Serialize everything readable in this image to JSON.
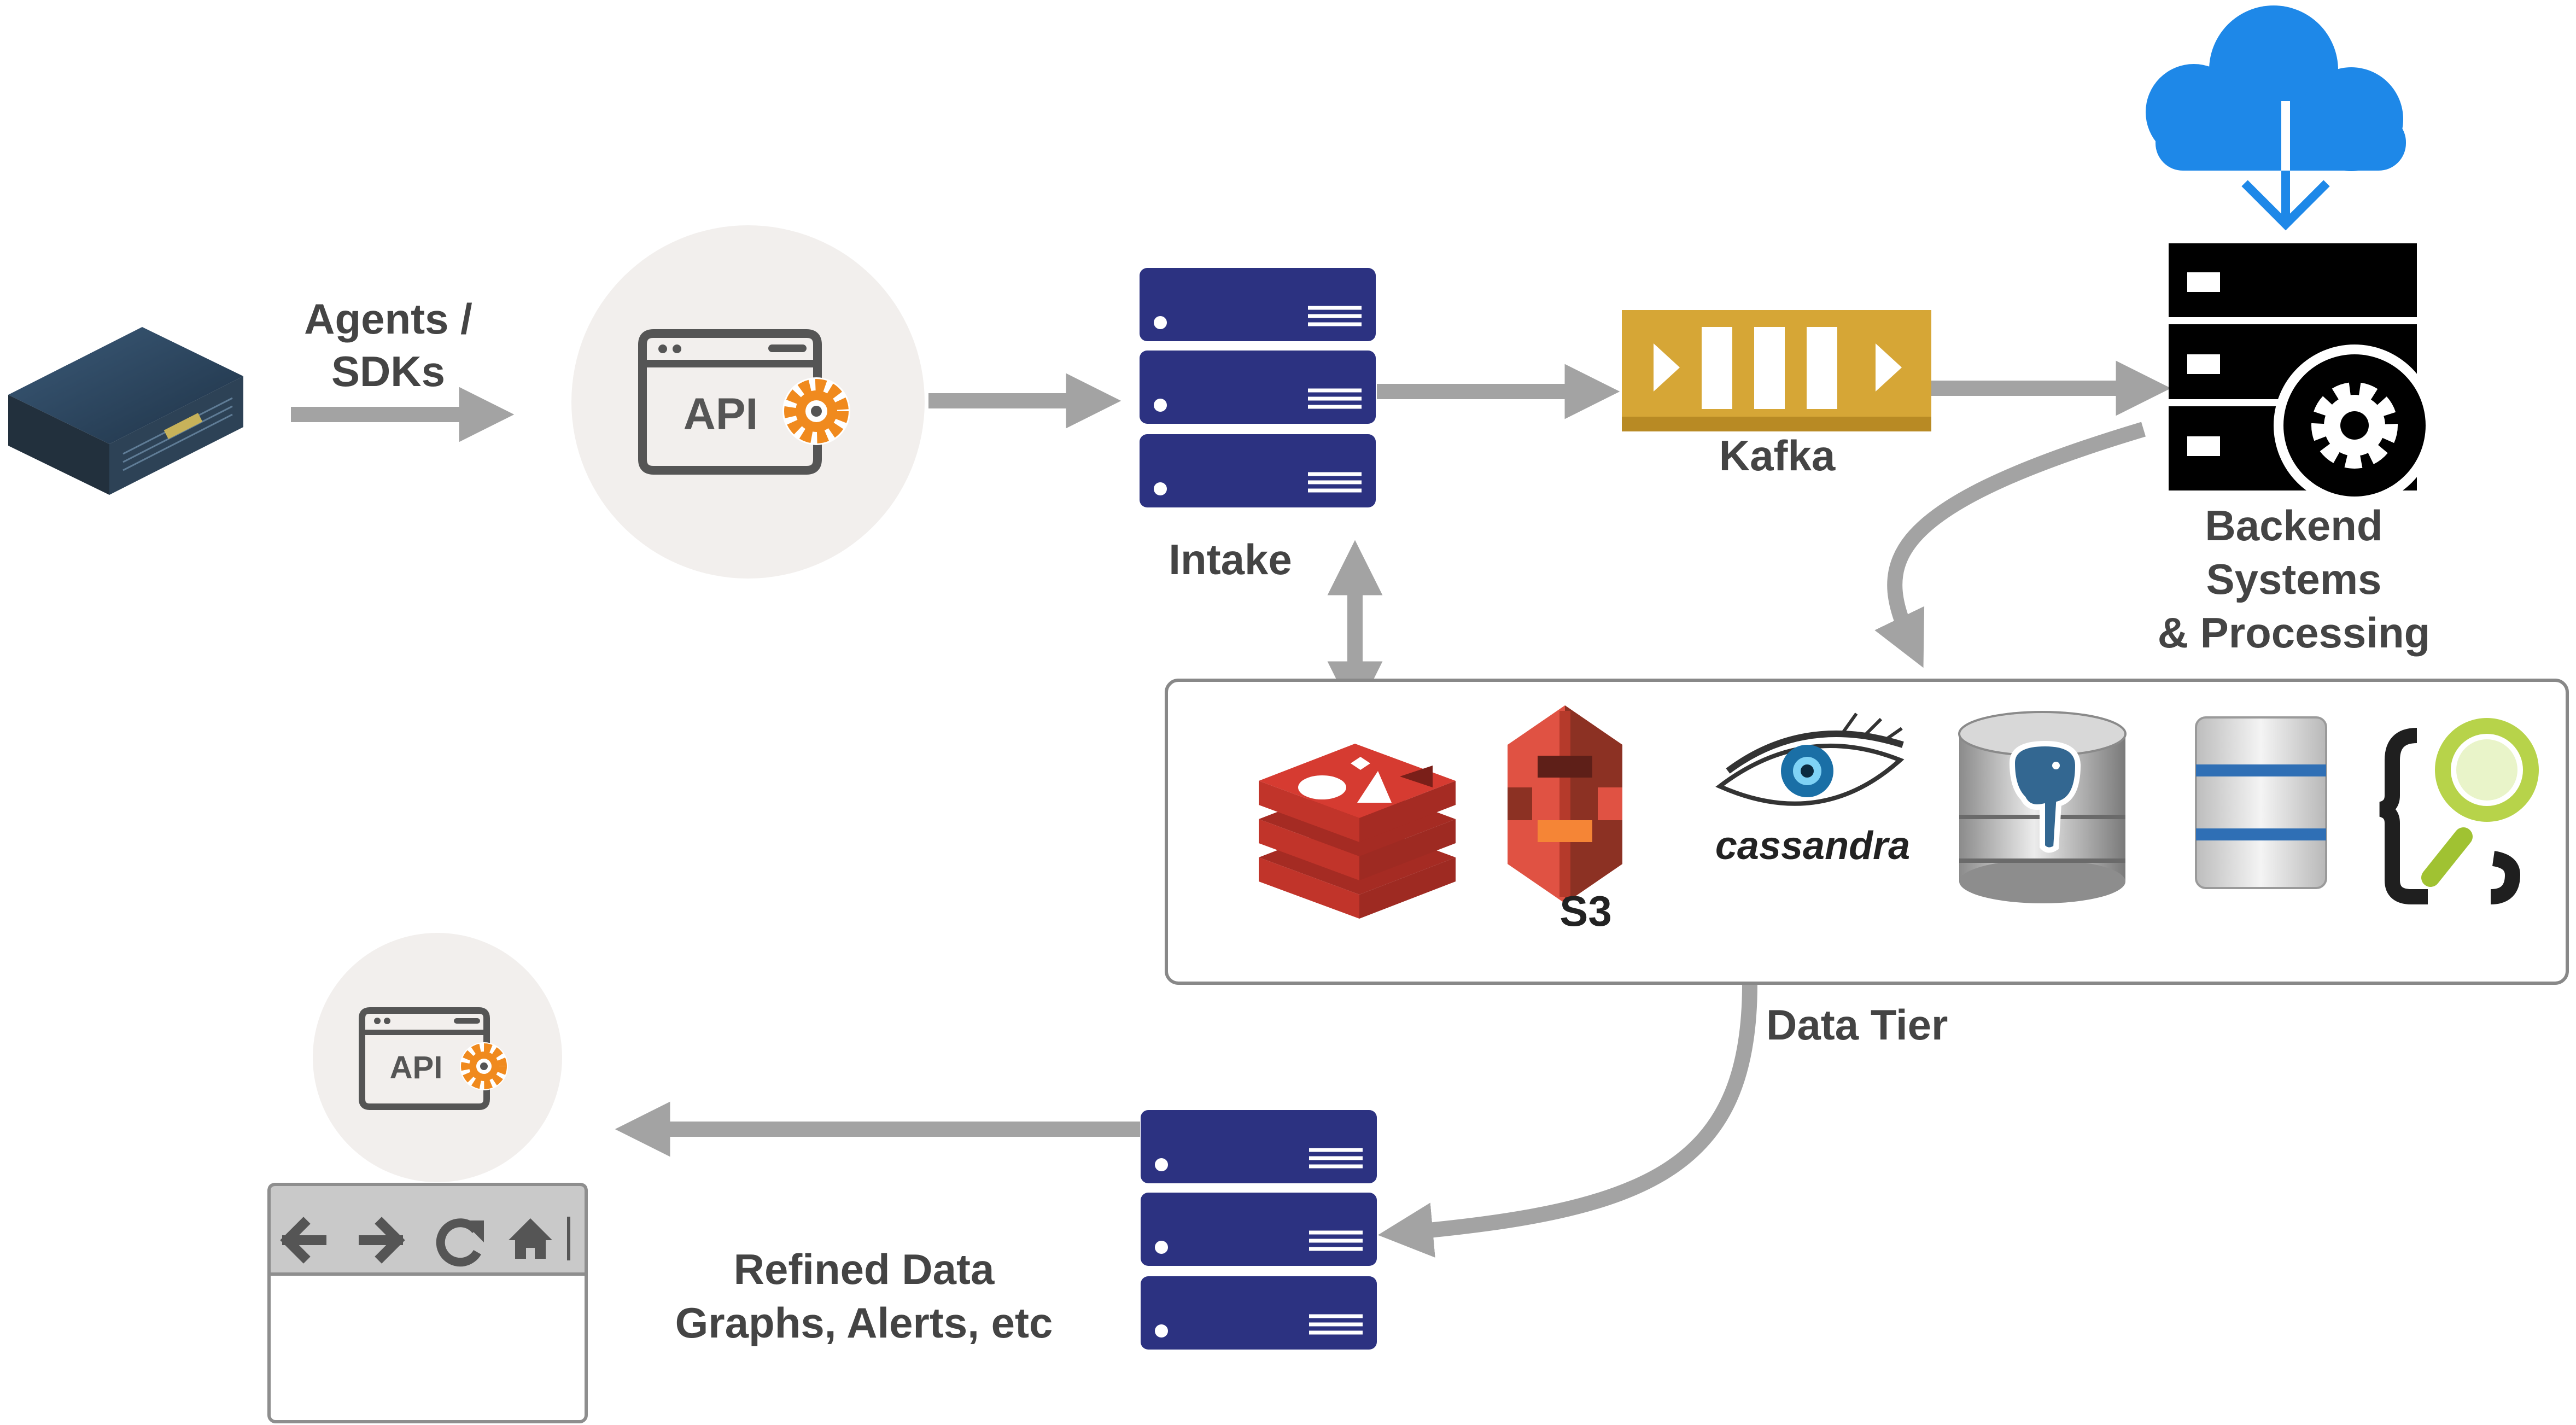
{
  "labels": {
    "agents": [
      "Agents /",
      "SDKs"
    ],
    "api_text": "API",
    "intake": "Intake",
    "kafka": "Kafka",
    "backend": [
      "Backend",
      "Systems",
      "& Processing"
    ],
    "s3": "S3",
    "cassandra": "cassandra",
    "data_tier": "Data Tier",
    "refined": [
      "Refined Data",
      "Graphs, Alerts, etc"
    ]
  },
  "colors": {
    "arrow": "#a3a3a3",
    "server_blue": "#2c3281",
    "kafka_gold": "#d6a636",
    "cloud_blue": "#1e88e8",
    "redis_red": "#d63b31",
    "s3_red": "#dc4a39",
    "label_gray": "#444444",
    "circle_bg": "#f2efed",
    "api_orange": "#f08a1e"
  },
  "icons": {
    "device": "network-appliance-icon",
    "api": "api-gear-icon",
    "intake": "server-stack-icon",
    "kafka": "message-queue-icon",
    "cloud": "cloud-download-icon",
    "backend": "server-gear-icon",
    "redis": "redis-icon",
    "s3": "aws-s3-icon",
    "cassandra": "cassandra-eye-icon",
    "postgres": "postgresql-database-icon",
    "storage": "storage-stack-icon",
    "search": "json-search-icon",
    "browser": "browser-window-icon"
  },
  "browser_toolbar": [
    "back-arrow-icon",
    "forward-arrow-icon",
    "reload-icon",
    "home-icon"
  ]
}
